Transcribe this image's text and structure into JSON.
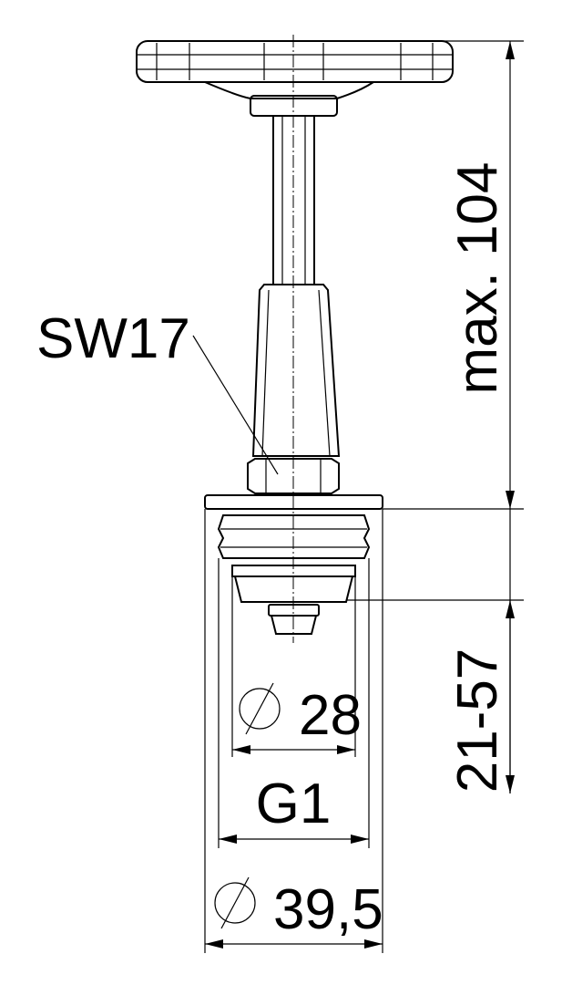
{
  "labels": {
    "wrench_size": "SW17",
    "height_max": "max. 104",
    "adjust_range": "21-57",
    "inner_diameter": "28",
    "thread": "G1",
    "outer_diameter": "39,5"
  },
  "icons": {
    "diameter": "diameter-symbol"
  }
}
